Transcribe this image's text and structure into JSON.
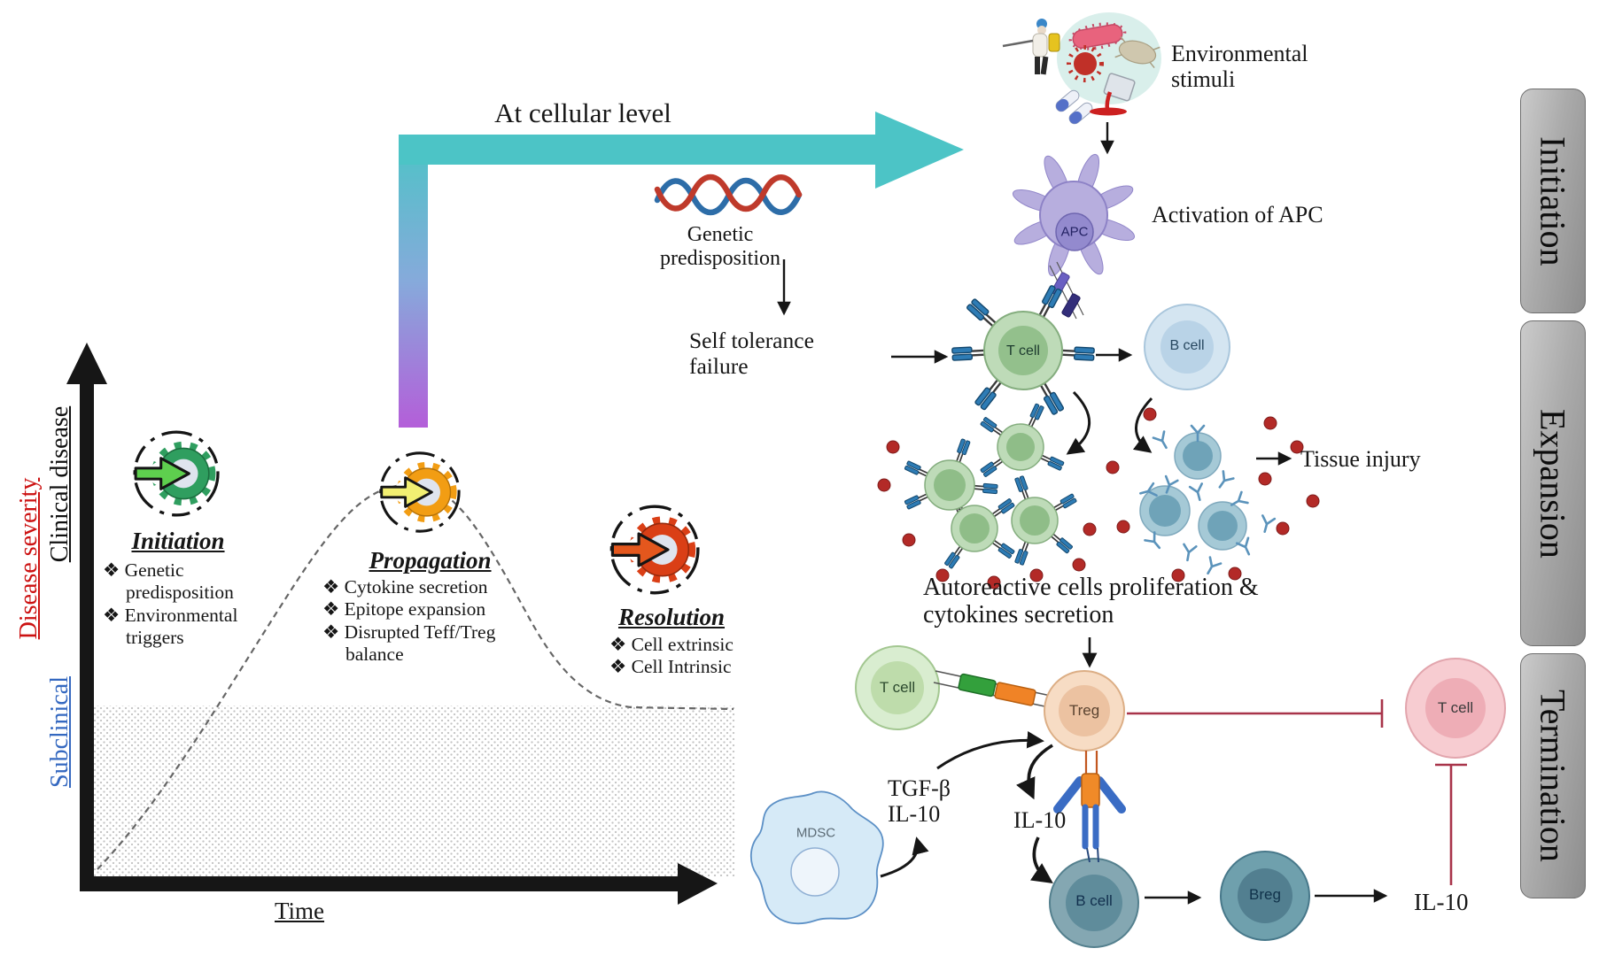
{
  "colors": {
    "accent_teal": "#4cc4c6",
    "accent_purple": "#b45ed9",
    "axis_black": "#161616",
    "severity_red": "#cc1111",
    "subclinical_blue": "#3468c0",
    "inhibition_red": "#a8344a",
    "cytokine_red": "#b32a27",
    "stage_gray": "#a8a8a8",
    "gear_green": "#2f9e5f",
    "gear_orange": "#f29d13",
    "gear_red": "#da3f16"
  },
  "bullet_char": "❖",
  "graph": {
    "y_label_severity": "Disease severity",
    "y_label_clinical": "Clinical disease",
    "y_label_subclinical": "Subclinical",
    "x_label": "Time"
  },
  "phases": [
    {
      "title": "Initiation",
      "bullets": [
        "Genetic predisposition",
        "Environmental triggers"
      ]
    },
    {
      "title": "Propagation",
      "bullets": [
        "Cytokine secretion",
        "Epitope expansion",
        "Disrupted Teff/Treg balance"
      ]
    },
    {
      "title": "Resolution",
      "bullets": [
        "Cell extrinsic",
        "Cell Intrinsic"
      ]
    }
  ],
  "cellular": {
    "header": "At cellular level",
    "genetic": "Genetic predisposition",
    "self_tolerance_line1": "Self tolerance",
    "self_tolerance_line2": "failure",
    "env_line1": "Environmental",
    "env_line2": "stimuli",
    "apc": "APC",
    "apc_caption": "Activation of APC",
    "t_cell": "T cell",
    "b_cell": "B cell",
    "tissue_injury": "Tissue injury",
    "auto_line1": "Autoreactive cells proliferation &",
    "auto_line2": "cytokines secretion",
    "t_cell_green": "T cell",
    "treg": "Treg",
    "t_cell_pink": "T cell",
    "mdsc": "MDSC",
    "tgf_line1": "TGF-β",
    "tgf_line2": "IL-10",
    "il10_mid": "IL-10",
    "b_cell2": "B cell",
    "breg": "Breg",
    "il10_right": "IL-10"
  },
  "stages": [
    {
      "label": "Initiation"
    },
    {
      "label": "Expansion"
    },
    {
      "label": "Termination"
    }
  ]
}
